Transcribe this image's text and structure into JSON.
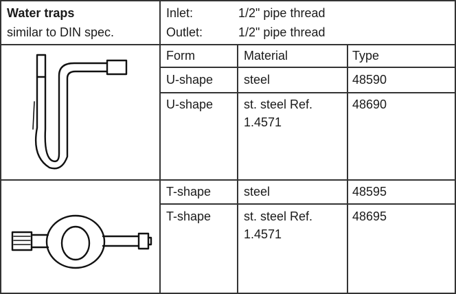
{
  "header": {
    "title": "Water traps",
    "subtitle": "similar to DIN spec.",
    "inlet_label": "Inlet:",
    "inlet_value": "1/2\" pipe thread",
    "outlet_label": "Outlet:",
    "outlet_value": "1/2\" pipe thread"
  },
  "columns": {
    "form": "Form",
    "material": "Material",
    "type": "Type"
  },
  "rows": [
    {
      "form": "U-shape",
      "material": "steel",
      "type": "48590"
    },
    {
      "form": "U-shape",
      "material": "st. steel Ref.",
      "material2": "1.4571",
      "type": "48690"
    },
    {
      "form": "T-shape",
      "material": "steel",
      "type": "48595"
    },
    {
      "form": "T-shape",
      "material": "st. steel Ref.",
      "material2": "1.4571",
      "type": "48695"
    }
  ],
  "images": {
    "u_shape": "u-shaped-water-trap-drawing",
    "t_shape": "t-shaped-water-trap-drawing"
  }
}
